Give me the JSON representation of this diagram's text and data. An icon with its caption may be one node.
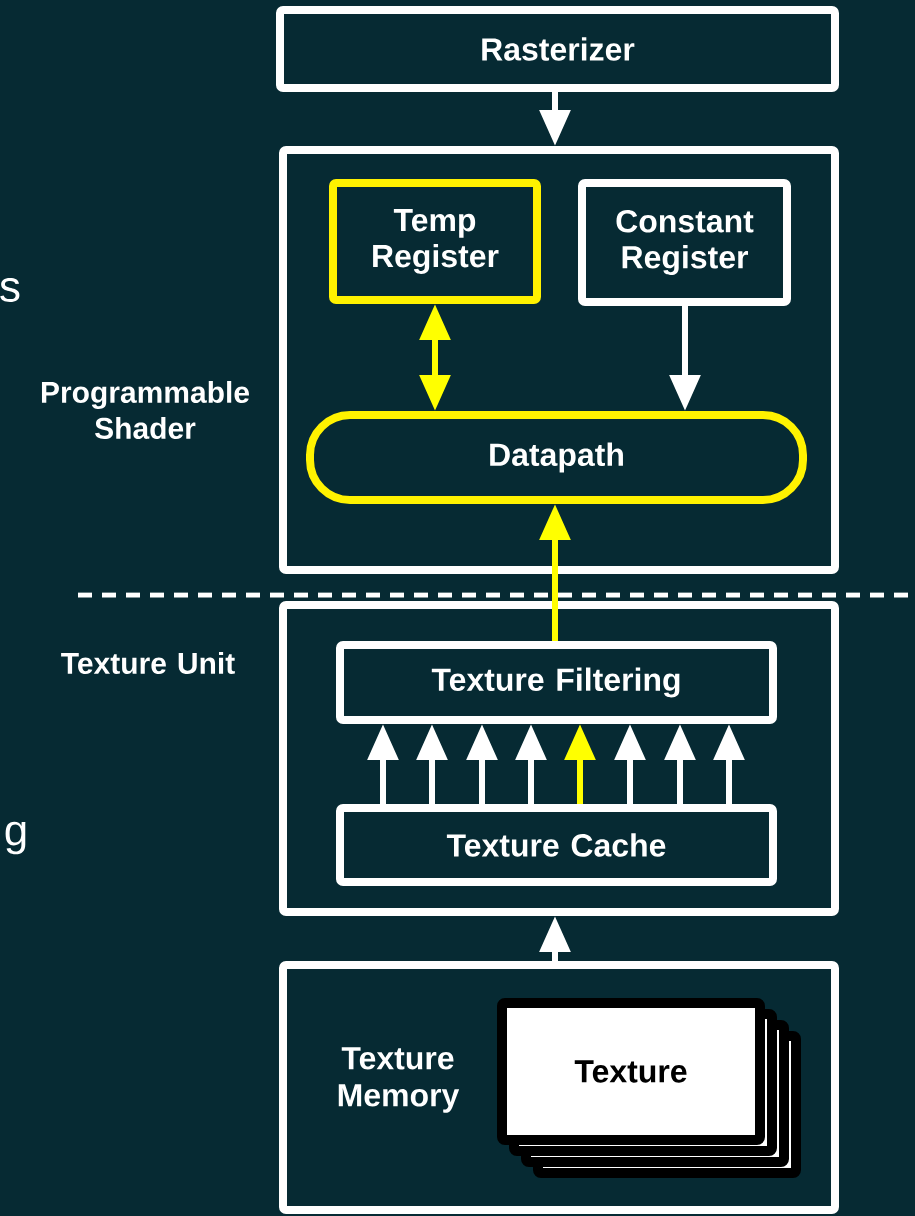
{
  "diagram": {
    "nodes": [
      {
        "text": [
          "Rasterizer"
        ]
      },
      {
        "text": [],
        "shape": "box",
        "beside": [
          "Programmable Shader"
        ]
      },
      {
        "text": [
          "Temp Register"
        ],
        "in": 1
      },
      {
        "text": [
          "Constant Register"
        ],
        "in": 1
      },
      {
        "text": [
          "Datapath"
        ],
        "in": 1
      },
      {
        "text": [],
        "shape": "box",
        "beside": [
          "Texture Unit"
        ]
      },
      {
        "text": [
          "Texture Filtering"
        ],
        "in": 5
      },
      {
        "text": [
          "Texture Cache"
        ],
        "in": 5
      },
      {
        "text": [
          "Texture Memory"
        ]
      },
      {
        "text": [
          "Texture"
        ],
        "in": 8
      }
    ],
    "edges": [
      {
        "from": 0,
        "to": 1,
        "arrow": "to"
      },
      {
        "from": 2,
        "to": 4,
        "arrow": "both",
        "color": "#ffff00"
      },
      {
        "from": 3,
        "to": 4,
        "arrow": "to"
      },
      {
        "from": 6,
        "to": 4,
        "arrow": "to",
        "color": "#ffff00"
      },
      {
        "from": 7,
        "to": 6,
        "arrow": "to"
      },
      {
        "from": 7,
        "to": 6,
        "arrow": "to"
      },
      {
        "from": 7,
        "to": 6,
        "arrow": "to"
      },
      {
        "from": 7,
        "to": 6,
        "arrow": "to"
      },
      {
        "from": 7,
        "to": 6,
        "arrow": "to",
        "color": "#ffff00"
      },
      {
        "from": 7,
        "to": 6,
        "arrow": "to"
      },
      {
        "from": 7,
        "to": 6,
        "arrow": "to"
      },
      {
        "from": 7,
        "to": 6,
        "arrow": "to"
      },
      {
        "from": 8,
        "to": 5,
        "arrow": "to"
      }
    ],
    "labels": [
      "s",
      "g"
    ]
  }
}
